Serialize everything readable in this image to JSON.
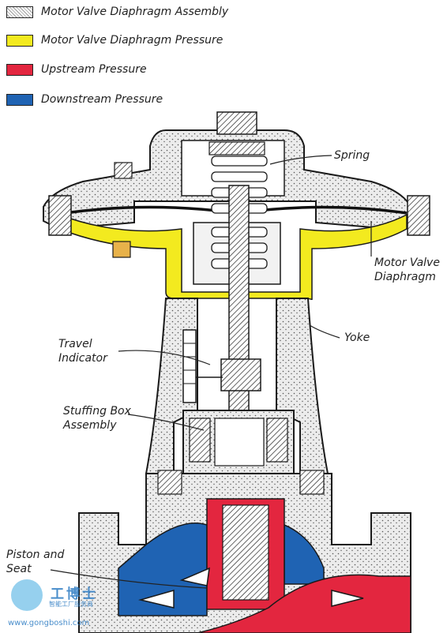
{
  "legend": [
    {
      "label": "Motor Valve Diaphragm Assembly",
      "color": "#ffffff",
      "pattern": "hatch"
    },
    {
      "label": "Motor Valve Diaphragm Pressure",
      "color": "#f3ea1f"
    },
    {
      "label": "Upstream Pressure",
      "color": "#e3263f"
    },
    {
      "label": "Downstream Pressure",
      "color": "#1f63b3"
    }
  ],
  "callouts": {
    "spring": "Spring",
    "diaphragm_1": "Motor Valve",
    "diaphragm_2": "Diaphragm",
    "yoke": "Yoke",
    "travel_1": "Travel",
    "travel_2": "Indicator",
    "stuffing_1": "Stuffing Box",
    "stuffing_2": "Assembly",
    "piston_1": "Piston and",
    "piston_2": "Seat"
  },
  "watermark": {
    "brand": "工博士",
    "tagline": "智能工厂服务商",
    "url": "www.gongboshi.com"
  },
  "colors": {
    "body": "#e6e6e6",
    "outline": "#1a1a1a",
    "diaphragm_pressure": "#f3ea1f",
    "upstream": "#e3263f",
    "downstream": "#1f63b3",
    "bolt": "#e8b24a",
    "watermark": "#2b7bc3"
  }
}
